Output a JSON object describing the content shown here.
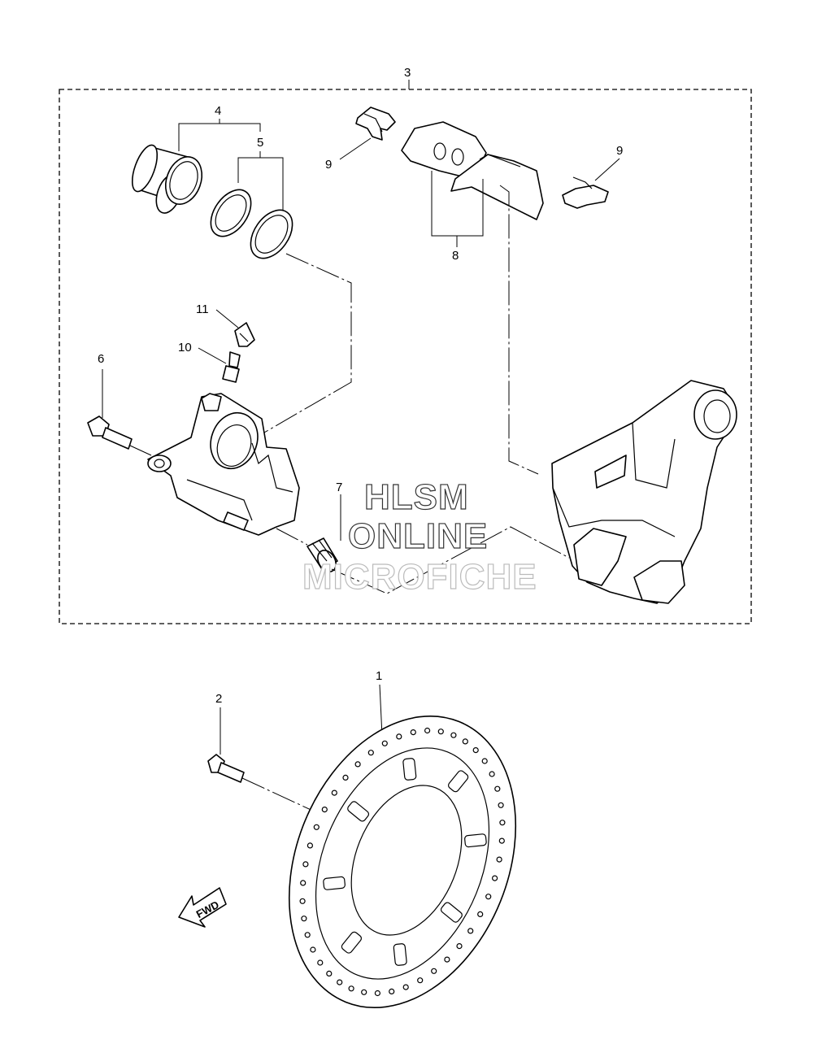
{
  "callouts": {
    "c1": "1",
    "c2": "2",
    "c3": "3",
    "c4": "4",
    "c5": "5",
    "c6": "6",
    "c7": "7",
    "c8": "8",
    "c9a": "9",
    "c9b": "9",
    "c10": "10",
    "c11": "11"
  },
  "watermark": {
    "line1": "HLSM",
    "line2": "ONLINE",
    "line3": "MICROFICHE"
  },
  "fwd_label": "FWD"
}
